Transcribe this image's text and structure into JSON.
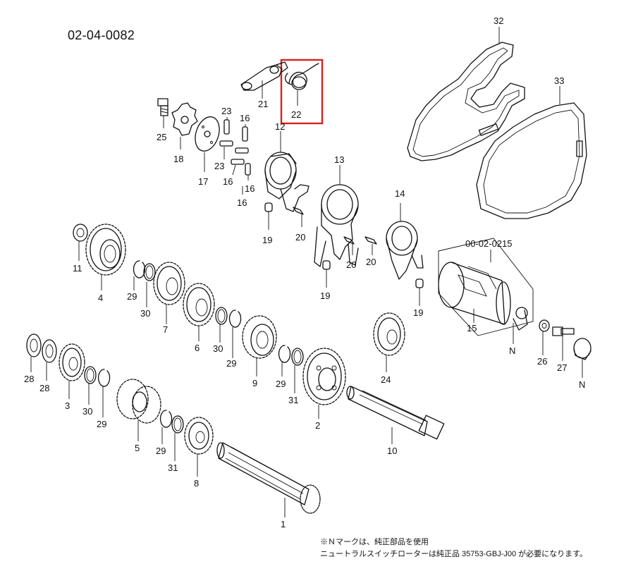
{
  "title": "02-04-0082",
  "notes": [
    "※Ｎマークは、純正部品を使用",
    "ニュートラルスイッチローターは純正品 35753-GBJ-J00 が必要になります。"
  ],
  "highlighted_part": "22",
  "callouts": {
    "p1": "1",
    "p2": "2",
    "p3": "3",
    "p4": "4",
    "p5": "5",
    "p6": "6",
    "p7": "7",
    "p8": "8",
    "p9": "9",
    "p10": "10",
    "p11": "11",
    "p12": "12",
    "p13": "13",
    "p14": "14",
    "p15": "15",
    "p16a": "16",
    "p16b": "16",
    "p16c": "16",
    "p16d": "16",
    "p17": "17",
    "p18": "18",
    "p19a": "19",
    "p19b": "19",
    "p19c": "19",
    "p20a": "20",
    "p20b": "20",
    "p20c": "20",
    "p21": "21",
    "p22": "22",
    "p23a": "23",
    "p23b": "23",
    "p24": "24",
    "p25": "25",
    "p26": "26",
    "p27": "27",
    "p28a": "28",
    "p28b": "28",
    "p29a": "29",
    "p29b": "29",
    "p29c": "29",
    "p29d": "29",
    "p29e": "29",
    "p30a": "30",
    "p30b": "30",
    "p30c": "30",
    "p31a": "31",
    "p31b": "31",
    "p32": "32",
    "p33": "33",
    "assembly": "00-02-0215",
    "na": "N",
    "nb": "N"
  }
}
